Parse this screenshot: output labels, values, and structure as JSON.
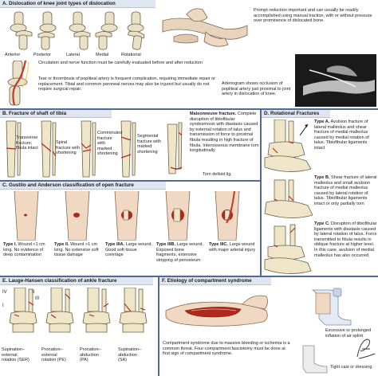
{
  "section_a": {
    "title": "A. Dislocation of knee joint types of dislocation",
    "types": [
      "Anterior",
      "Posterior",
      "Lateral",
      "Medial",
      "Rotational"
    ],
    "reduction_note": "Prompt reduction important and can usually be readily accomplished using manual traction, with or without pressure over prominence of dislocated bone.",
    "circulation_note": "Circulation and nerve function must be carefully evaluated before and after reduction",
    "artery_note": "Tear or thrombosis of popliteal artery is frequent complication, requiring immediate repair or replacement. Tibial and common peroneal nerves may also be injured but usually do not require surgical repair.",
    "arteriogram_note": "Arteriogram shows occlusion of popliteal artery just proximal to joint artery in dislocation of knee."
  },
  "section_b": {
    "title": "B. Fracture of shaft of tibia",
    "labels": [
      "Transverse fracture; fibula intact",
      "Spiral fracture with shortening",
      "Comminuted fracture with marked shortening",
      "Segmental fracture with marked shortening"
    ],
    "maisonneuve_title": "Maisonneuve fracture.",
    "maisonneuve_text": "Complete disruption of tibiofibular syndesmosis with diastasis caused by external rotation of talus and transmission of force to proximal fibula resulting in high fracture of fibula. Interosseous membrane torn longitudinally",
    "torn_label": "Torn deltoid lig."
  },
  "section_c": {
    "title": "C. Gustilo and Anderson classification of open fracture",
    "types": [
      {
        "name": "Type I.",
        "desc": "Wound <1 cm long. No evidence of deep contamination"
      },
      {
        "name": "Type II.",
        "desc": "Wound >1 cm long. No extensive soft tissue damage"
      },
      {
        "name": "Type IIIA.",
        "desc": "Large wound. Good soft tissue coverage"
      },
      {
        "name": "Type IIIB.",
        "desc": "Large wound. Exposed bone fragments, extensive stripping of periosteum"
      },
      {
        "name": "Type IIIC.",
        "desc": "Large wound with major arterial injury"
      }
    ]
  },
  "section_d": {
    "title": "D. Rotational Fractures",
    "types": [
      {
        "name": "Type A.",
        "desc": "Avulsion fracture of lateral malleolus and shear fracture of medial malleolus caused by medial rotation of talus. Tibiofibular ligaments intact"
      },
      {
        "name": "Type B.",
        "desc": "Shear fracture of lateral malleolus and small avulsion fracture of medial malleolus caused by lateral rotation of talus. Tibiofibular ligaments intact or only partially torn"
      },
      {
        "name": "Type C.",
        "desc": "Disruption of tibiofibular ligaments with diastasis caused by lateral rotation of talus. Force transmitted to fibula results in oblique fracture at higher level. In this case, avulsion of medial malleolus has also occurred."
      }
    ]
  },
  "section_e": {
    "title": "E. Lauge-Hansen classification of ankle fracture",
    "roman": [
      "I",
      "II",
      "III",
      "IV"
    ],
    "types": [
      [
        "Supination–",
        "external",
        "rotation (SER)"
      ],
      [
        "Pronation–",
        "external",
        "rotation (PE)"
      ],
      [
        "Pronation–",
        "abduction",
        "(PA)"
      ],
      [
        "Supination–",
        "abduction",
        "(SA)"
      ]
    ]
  },
  "section_f": {
    "title": "F. Etiology of compartment syndrome",
    "syndrome_note": "Compartment syndrome due to massive bleeding or ischemia is a common threat. Four-compartment fasciotomy must be done at first sign of compartment syndrome.",
    "splint_note": "Excessive or prolonged inflation of air splint",
    "cast_note": "Tight cast or dressing"
  },
  "signature": "F. Netter"
}
